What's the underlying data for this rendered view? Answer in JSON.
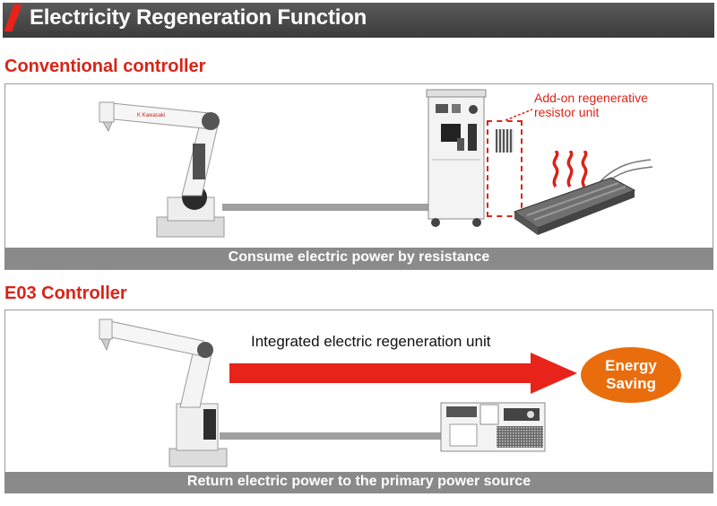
{
  "header": {
    "title": "Electricity Regeneration Function",
    "accent_color": "#e8231a"
  },
  "conventional": {
    "section_title": "Conventional controller",
    "robot_logo": "K Kawasaki",
    "annotation_line1": "Add-on regenerative",
    "annotation_line2": "resistor unit",
    "caption": "Consume electric power by resistance",
    "icons": [
      "robot-arm-icon",
      "controller-cabinet-icon",
      "resistor-unit-icon",
      "heat-waves-icon"
    ]
  },
  "e03": {
    "section_title": "E03 Controller",
    "flow_label": "Integrated electric regeneration unit",
    "badge_line1": "Energy",
    "badge_line2": "Saving",
    "caption": "Return electric power to the primary power source",
    "icons": [
      "robot-arm-icon",
      "arrow-right-icon",
      "compact-controller-icon"
    ]
  },
  "colors": {
    "section_title": "#d92418",
    "caption_bar": "#8a8a8a",
    "arrow": "#e8231a",
    "badge": "#e96d0c"
  }
}
